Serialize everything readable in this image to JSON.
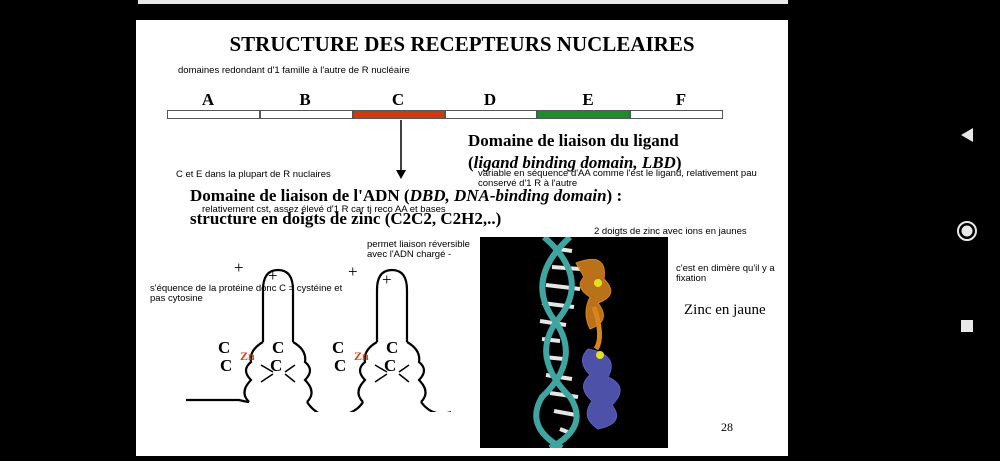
{
  "slide": {
    "title": "STRUCTURE DES RECEPTEURS NUCLEAIRES",
    "note_domains": "domaines redondant d'1 famille à l'autre de R nucléaire",
    "domains": [
      {
        "letter": "A",
        "color": "#ffffff"
      },
      {
        "letter": "B",
        "color": "#ffffff"
      },
      {
        "letter": "C",
        "color": "#cc3a10"
      },
      {
        "letter": "D",
        "color": "#ffffff"
      },
      {
        "letter": "E",
        "color": "#1e8c2a"
      },
      {
        "letter": "F",
        "color": "#ffffff"
      }
    ],
    "lbd_line1": "Domaine de liaison du ligand",
    "lbd_line2_open": "(",
    "lbd_line2_italic": "ligand binding domain, LBD",
    "lbd_line2_close": ")",
    "note_c_e": "C et E dans la plupart de R nuclaires",
    "note_variable": "variable en séquence d'AA comme l'est le ligand, relativement pau conservé  d'1 R à l'autre",
    "dbd_line1_a": "Domaine de liaison de l'ADN (",
    "dbd_line1_italic": "DBD, DNA-binding domain",
    "dbd_line1_b": ") :",
    "note_relatively": "relativement cst, assez élevé d'1 R  car tj reco AA et bases",
    "dbd_line2": "structure en doigts de zinc (C2C2, C2H2,..)",
    "note_reversible": "permet liaison réversible avec l'ADN chargé -",
    "note_two_fingers": "2 doigts de zinc avec ions en jaunes",
    "note_sequence": "s'équence de la protéine donc C = cystéine et pas cytosine",
    "note_dimer": "c'est en dimère qu'il y a fixation",
    "zinc_label": "Zinc en jaune",
    "page_number": "28",
    "finger_symbols": {
      "plus": "+",
      "c": "C",
      "zn": "Zn"
    }
  },
  "colors": {
    "slide_bg": "#ffffff",
    "zn": "#cc4a1a",
    "dna_backbone": "#3fa5a0",
    "protein_orange": "#d9851e",
    "protein_blue": "#5b5fc4",
    "zinc_ion": "#e6e020"
  },
  "nav": {
    "back_icon": "triangle-back-icon",
    "home_icon": "circle-home-icon",
    "recents_icon": "square-recents-icon"
  }
}
